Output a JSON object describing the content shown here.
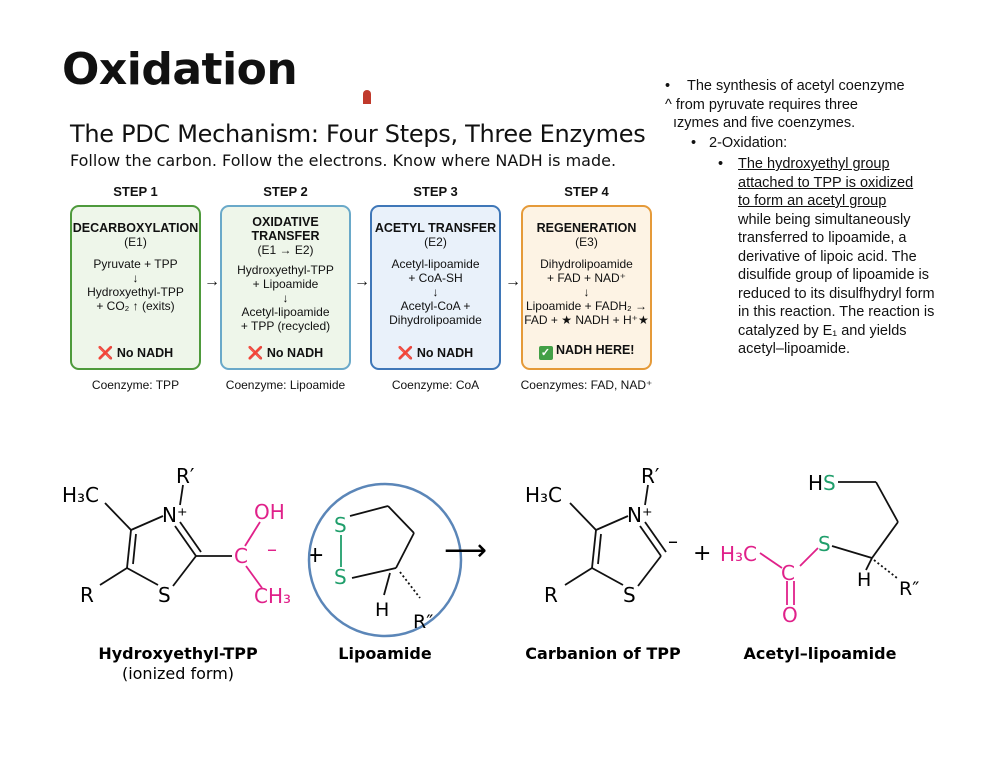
{
  "slide": {
    "title": "Oxidation",
    "heading": "The PDC Mechanism: Four Steps, Three Enzymes",
    "subheading": "Follow the carbon. Follow the electrons. Know where NADH is made."
  },
  "steps": [
    {
      "label": "STEP 1",
      "name": "DECARBOXYLATION",
      "enzyme": "(E1)",
      "reactants": "Pyruvate + TPP",
      "arrow": "↓",
      "products_1": "Hydroxyethyl-TPP",
      "products_2": "+ CO₂ ↑ (exits)",
      "result_mark": "❌",
      "result": "No NADH",
      "coenzyme": "Coenzyme: TPP"
    },
    {
      "label": "STEP 2",
      "name": "OXIDATIVE TRANSFER",
      "enzyme": "(E1 → E2)",
      "reactants_1": "Hydroxyethyl-TPP",
      "reactants_2": "+ Lipoamide",
      "arrow": "↓",
      "products_1": "Acetyl-lipoamide",
      "products_2": "+ TPP (recycled)",
      "result_mark": "❌",
      "result": "No NADH",
      "coenzyme": "Coenzyme: Lipoamide"
    },
    {
      "label": "STEP 3",
      "name": "ACETYL TRANSFER",
      "enzyme": "(E2)",
      "reactants_1": "Acetyl-lipoamide",
      "reactants_2": "+ CoA-SH",
      "arrow": "↓",
      "products_1": "Acetyl-CoA +",
      "products_2": "Dihydrolipoamide",
      "result_mark": "❌",
      "result": "No NADH",
      "coenzyme": "Coenzyme: CoA"
    },
    {
      "label": "STEP 4",
      "name": "REGENERATION",
      "enzyme": "(E3)",
      "reactants_1": "Dihydrolipoamide",
      "reactants_2": "+ FAD + NAD⁺",
      "arrow": "↓",
      "products_1": "Lipoamide + FADH₂ →",
      "products_2": "FAD + ★ NADH + H⁺★",
      "result_mark": "✓",
      "result": "NADH HERE!",
      "coenzyme": "Coenzymes: FAD, NAD⁺"
    }
  ],
  "step_arrow": "→",
  "bullets": {
    "b1_line1": "The synthesis of acetyl coenzyme",
    "b1_line2": "^ from pyruvate requires three",
    "b1_line3": "ızymes and five coenzymes.",
    "b2": "2-Oxidation:",
    "b3_u1": "The hydroxyethyl group",
    "b3_u2": "attached to TPP is oxidized",
    "b3_u3": "to form an acetyl group",
    "b3_rest": "while being simultaneously transferred to lipoamide, a derivative of lipoic acid. The disulfide group of lipoamide is reduced to its disulfhydryl form in this reaction. The reaction is catalyzed by E₁ and yields acetyl–lipoamide."
  },
  "reaction": {
    "m1": {
      "h3c": "H₃C",
      "r1": "R′",
      "n": "N⁺",
      "r": "R",
      "s": "S",
      "oh": "OH",
      "c": "C",
      "minus": "–",
      "ch3": "CH₃",
      "caption_1": "Hydroxyethyl-TPP",
      "caption_2": "(ionized form)"
    },
    "plus1": "+",
    "m2": {
      "s1": "S",
      "s2": "S",
      "h": "H",
      "r2": "R″",
      "caption": "Lipoamide"
    },
    "arrow": "⟶",
    "m3": {
      "h3c": "H₃C",
      "r1": "R′",
      "n": "N⁺",
      "r": "R",
      "s": "S",
      "minus": "–",
      "caption": "Carbanion of TPP"
    },
    "plus2": "+",
    "m4": {
      "h3c": "H₃C",
      "c": "C",
      "o": "O",
      "s": "S",
      "hs_h": "H",
      "hs_s": "S",
      "h": "H",
      "r2": "R″",
      "caption": "Acetyl–lipoamide"
    },
    "colors": {
      "pink": "#e0218a",
      "green": "#1f9e6b",
      "circle": "#5b86b8"
    }
  }
}
